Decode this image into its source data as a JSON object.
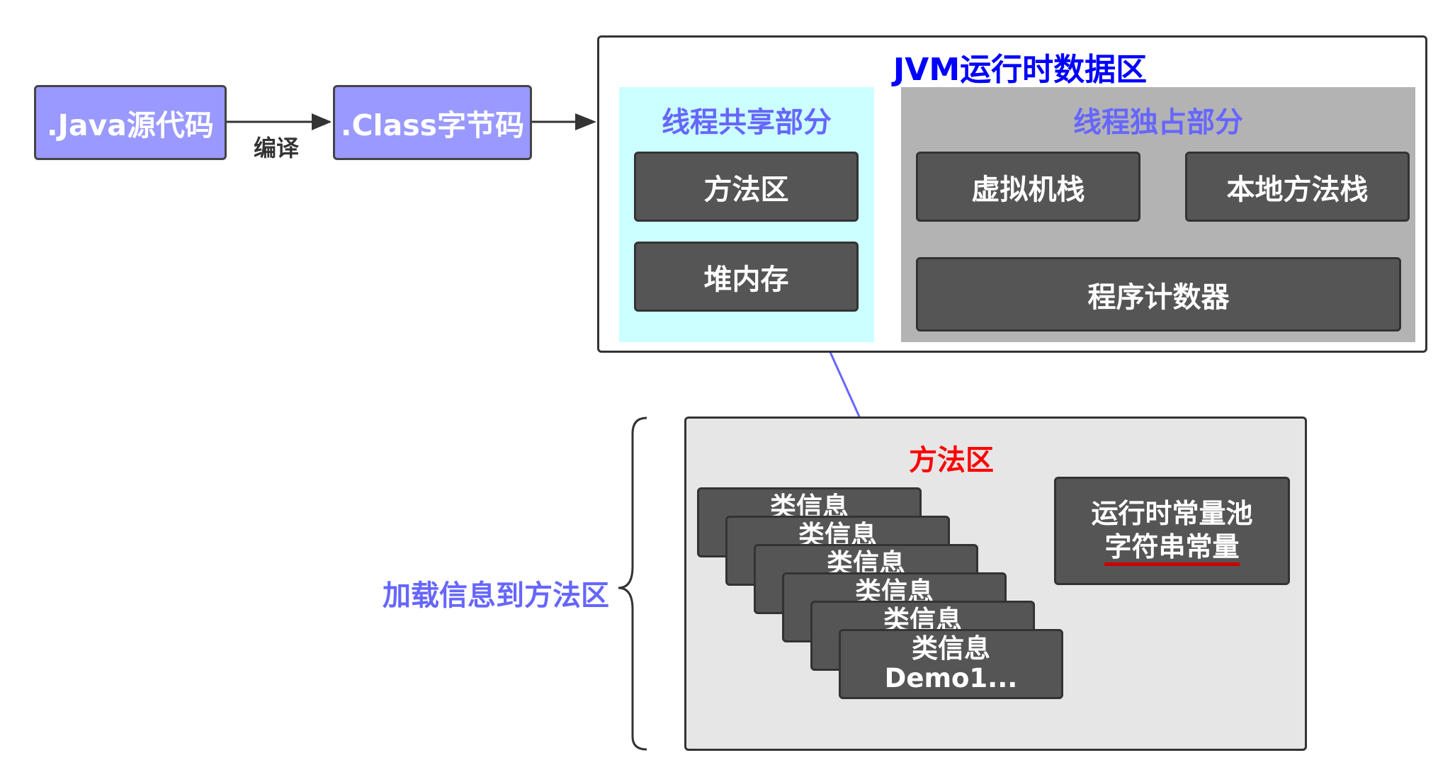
{
  "flow": {
    "java_source": ".Java源代码",
    "compile_label": "编译",
    "class_bytecode": ".Class字节码"
  },
  "jvm": {
    "title": "JVM运行时数据区",
    "shared": {
      "title": "线程共享部分",
      "method_area": "方法区",
      "heap": "堆内存"
    },
    "private": {
      "title": "线程独占部分",
      "vm_stack": "虚拟机栈",
      "native_stack": "本地方法栈",
      "pc_register": "程序计数器"
    }
  },
  "method_area_detail": {
    "title": "方法区",
    "side_label": "加载信息到方法区",
    "class_cards": [
      {
        "title": "类信息",
        "sub": ""
      },
      {
        "title": "类信息",
        "sub": ""
      },
      {
        "title": "类信息",
        "sub": ""
      },
      {
        "title": "类信息",
        "sub": ""
      },
      {
        "title": "类信息",
        "sub": ""
      },
      {
        "title": "类信息",
        "sub": "Demo1..."
      }
    ],
    "constant_pool_line1": "运行时常量池",
    "constant_pool_line2": "字符串常量"
  },
  "colors": {
    "flow_box": "#9999ff",
    "title_blue": "#0000ff",
    "section_purple": "#6666ff",
    "shared_bg": "#ccffff",
    "private_bg": "#b3b3b3",
    "dark_box": "#555555",
    "detail_bg": "#e6e6e6",
    "red": "#ff0000",
    "underline": "#cc0000"
  }
}
